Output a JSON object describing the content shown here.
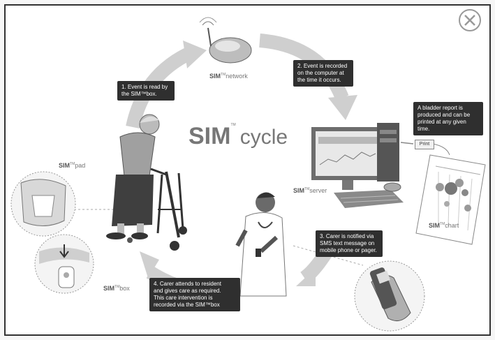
{
  "window": {
    "close_label": "×"
  },
  "title": {
    "sim": "SIM",
    "tm": "TM",
    "cycle": "cycle"
  },
  "components": {
    "network": {
      "sim": "SIM",
      "tm": "TM",
      "name": "network"
    },
    "server": {
      "sim": "SIM",
      "tm": "TM",
      "name": "server"
    },
    "chart": {
      "sim": "SIM",
      "tm": "TM",
      "name": "chart"
    },
    "pad": {
      "sim": "SIM",
      "tm": "TM",
      "name": "pad"
    },
    "box": {
      "sim": "SIM",
      "tm": "TM",
      "name": "box"
    }
  },
  "steps": [
    {
      "lines": [
        "1. Event is read by",
        "the SIM™box."
      ]
    },
    {
      "lines": [
        "2. Event is recorded",
        "on the computer at",
        "the time it occurs."
      ]
    },
    {
      "lines": [
        "3. Carer is notified via",
        "SMS text message on",
        "mobile phone or pager."
      ]
    },
    {
      "lines": [
        "4. Carer attends to resident",
        "and gives care as required.",
        "This care intervention is",
        "recorded via the SIM™box"
      ]
    }
  ],
  "report_note": {
    "lines": [
      "A bladder report is",
      "produced and can be",
      "printed at any given time."
    ]
  },
  "print_button": {
    "label": "Print"
  },
  "colors": {
    "arrow": "#cfcfcf",
    "callout": "#2f2f2f",
    "frame": "#333333",
    "text_gray": "#777777"
  }
}
